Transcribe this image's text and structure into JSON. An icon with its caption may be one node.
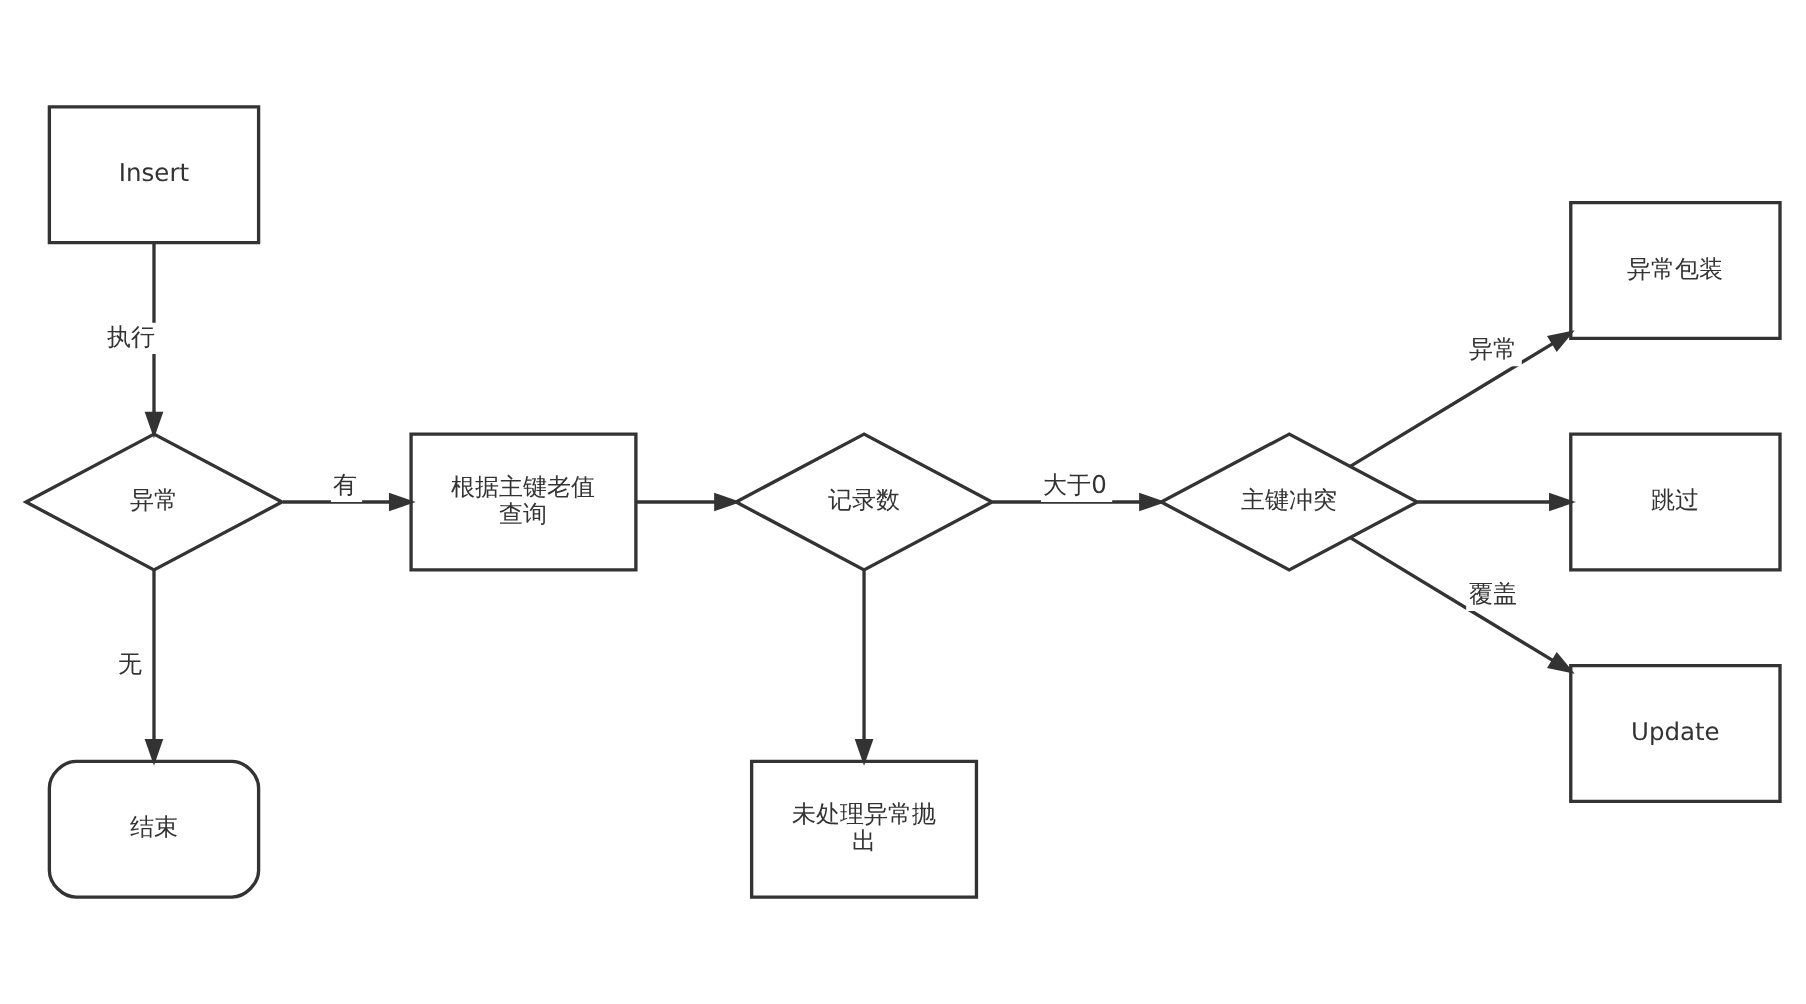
{
  "diagram": {
    "nodes": [
      {
        "text": [
          "Insert"
        ]
      },
      {
        "text": [
          "异常"
        ]
      },
      {
        "text": [
          "根据主键老值查询"
        ]
      },
      {
        "text": [
          "记录数"
        ]
      },
      {
        "text": [
          "主键冲突"
        ]
      },
      {
        "text": [
          "异常包装"
        ]
      },
      {
        "text": [
          "跳过"
        ]
      },
      {
        "text": [
          "Update"
        ]
      },
      {
        "text": [
          "结束"
        ]
      },
      {
        "text": [
          "未处理异常抛出"
        ]
      }
    ],
    "edges": [
      {
        "from": 0,
        "to": 1,
        "arrow": "to",
        "label": "执行"
      },
      {
        "from": 1,
        "to": 2,
        "arrow": "to",
        "label": "有"
      },
      {
        "from": 1,
        "to": 8,
        "arrow": "to",
        "label": "无"
      },
      {
        "from": 2,
        "to": 3,
        "arrow": "to"
      },
      {
        "from": 3,
        "to": 4,
        "arrow": "to",
        "label": "大于0"
      },
      {
        "from": 3,
        "to": 9,
        "arrow": "to"
      },
      {
        "from": 4,
        "to": 5,
        "arrow": "to",
        "label": "异常"
      },
      {
        "from": 4,
        "to": 6,
        "arrow": "to"
      },
      {
        "from": 4,
        "to": 7,
        "arrow": "to",
        "label": "覆盖"
      }
    ]
  }
}
